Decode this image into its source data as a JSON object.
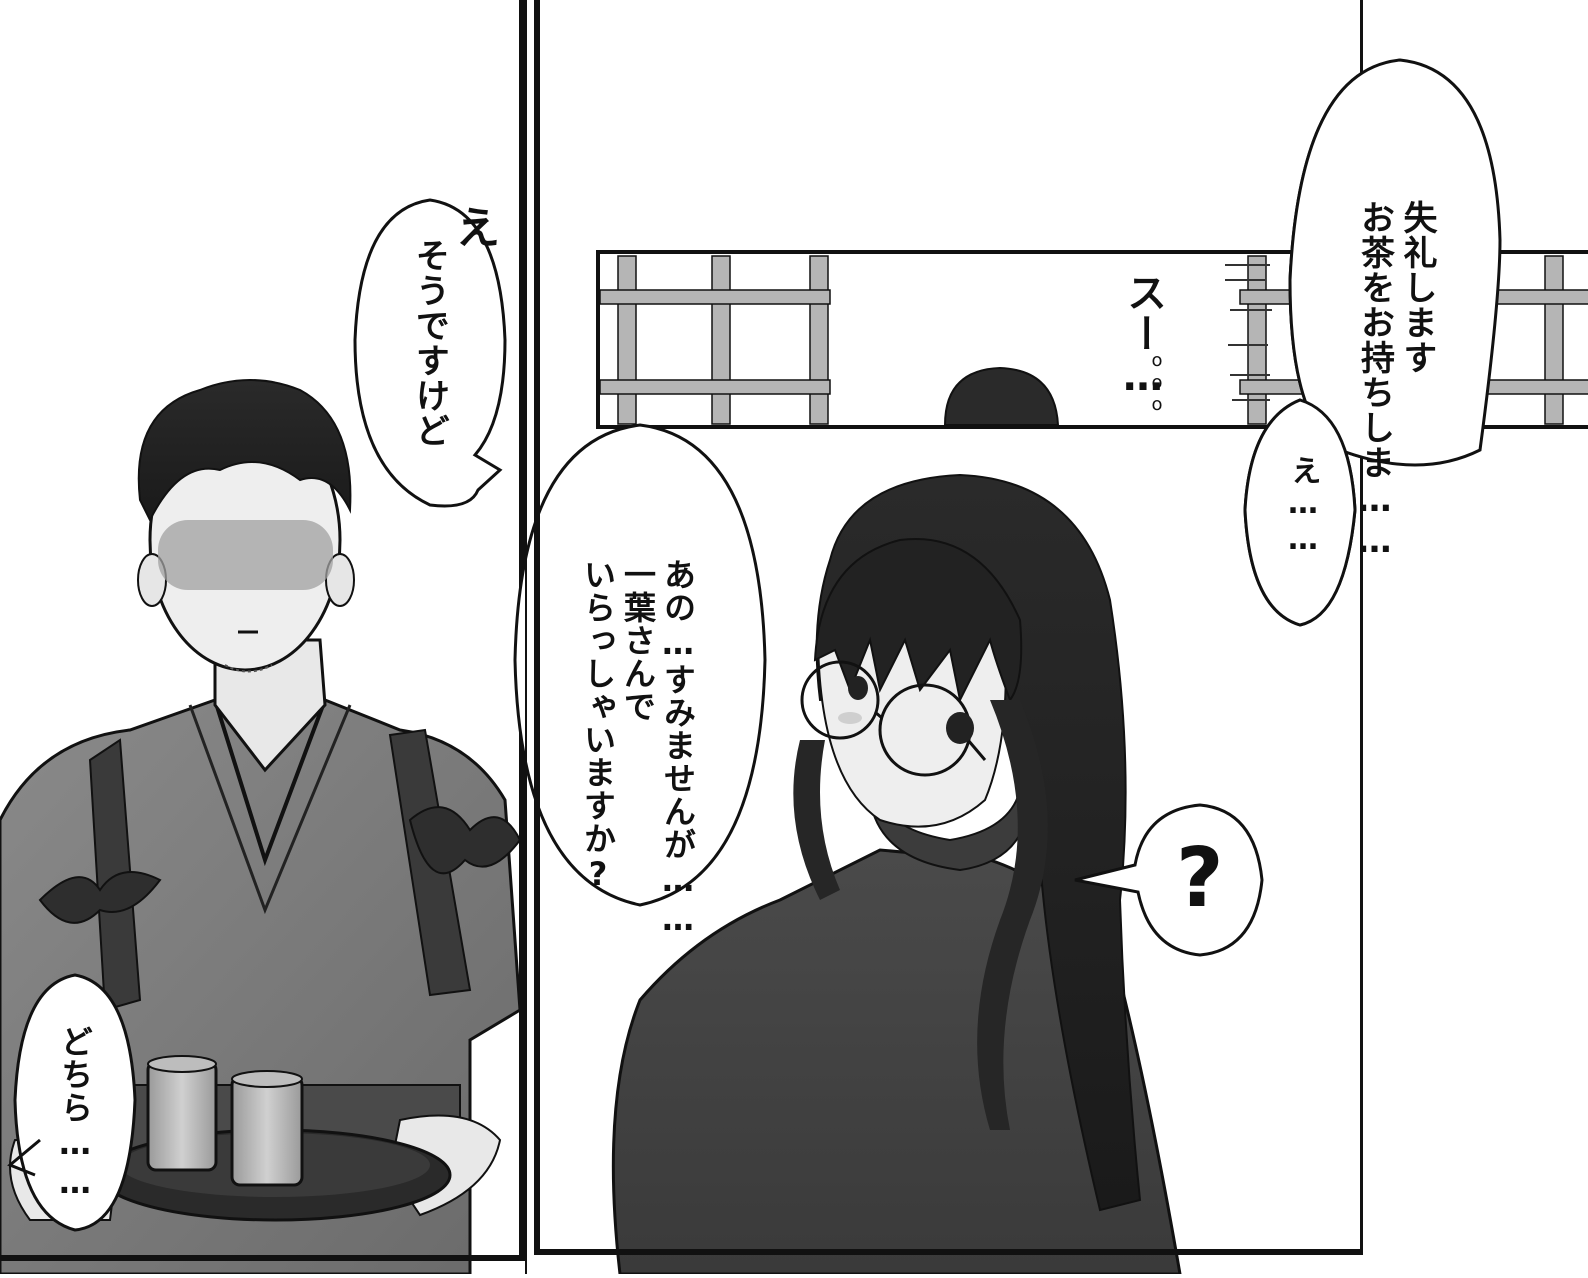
{
  "panels": {
    "left": {
      "bubbles": {
        "e_sfx": "え",
        "sou_desu_kedo": "そうですけど",
        "dochira": "どちら……"
      }
    },
    "right": {
      "bubbles": {
        "shitsurei": [
          "失礼します",
          "お茶をお持ちしま……"
        ],
        "e_dots": "え……",
        "ano_sumimasen": [
          "あの…すみませんが……",
          "一葉さんで",
          "いらっしゃいますか?"
        ],
        "question": "?"
      },
      "sfx": {
        "door_slide": "スー…",
        "dots": "ooo"
      }
    }
  },
  "colors": {
    "ink": "#111111",
    "paper": "#ffffff",
    "shade_dark": "#3a3a3a",
    "shade_mid": "#6f6f6f",
    "shade_light": "#a8a8a8",
    "skin": "#e6e6e6"
  }
}
